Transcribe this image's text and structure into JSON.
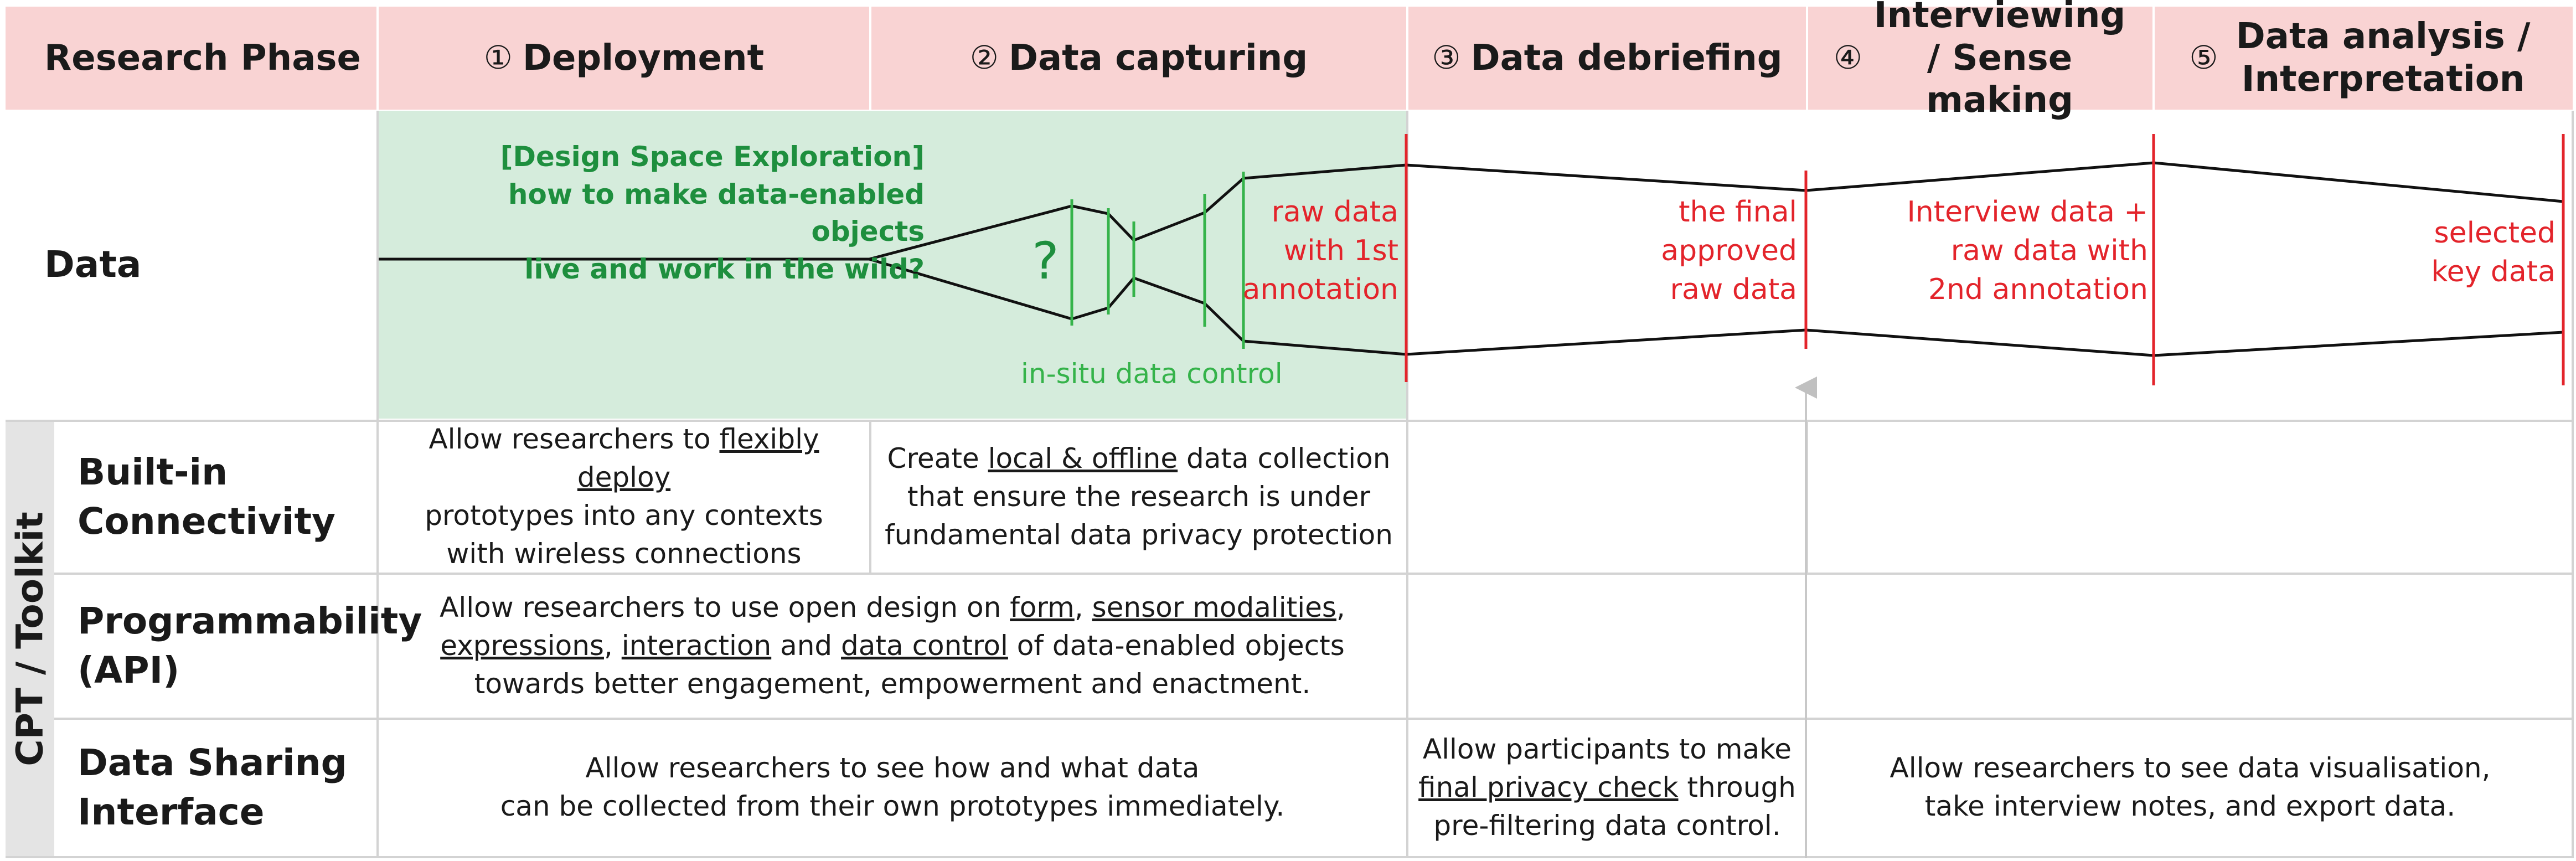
{
  "header": {
    "phase_label": "Research Phase",
    "phases": [
      {
        "num": "①",
        "title": "Deployment"
      },
      {
        "num": "②",
        "title": "Data capturing"
      },
      {
        "num": "③",
        "title": "Data debriefing"
      },
      {
        "num": "④",
        "title": "Interviewing / Sense making"
      },
      {
        "num": "⑤",
        "title": "Data analysis / Interpretation"
      }
    ]
  },
  "data_row": {
    "label": "Data",
    "design_space": "[Design Space Exploration]\nhow to make data-enabled objects\nlive and work in the wild?",
    "question_mark": "?",
    "in_situ": "in-situ data control",
    "annotations": [
      "raw data\nwith 1st\nannotation",
      "the final\napproved\nraw data",
      "Interview data +\nraw data with\n2nd annotation",
      "selected\nkey data"
    ]
  },
  "toolkit": {
    "group_label": "CPT / Toolkit",
    "rows": [
      {
        "label": "Built-in\nConnectivity",
        "cells": {
          "deployment": {
            "pre": "Allow researchers to ",
            "u": "flexibly deploy",
            "post": "\nprototypes into any contexts\nwith wireless connections"
          },
          "capturing": {
            "pre": "Create ",
            "u": "local & offline",
            "post": " data collection\nthat ensure the research is under\nfundamental data privacy protection"
          }
        }
      },
      {
        "label": "Programmability\n(API)",
        "text": {
          "l1a": "Allow researchers to use open design on ",
          "form": "form",
          "l1b": ", ",
          "sensor": "sensor modalities",
          "l1c": ",",
          "expr": "expressions",
          "l2a": ", ",
          "inter": "interaction",
          "l2b": " and ",
          "dctrl": "data control",
          "l2c": " of data-enabled objects",
          "l3": "towards better engagement, empowerment and enactment."
        }
      },
      {
        "label": "Data Sharing\nInterface",
        "cells": {
          "left": "Allow researchers to see how and what data\ncan be collected from their own prototypes immediately.",
          "debrief": {
            "pre": "Allow participants to make\n",
            "u": "final privacy check",
            "post": " through\npre-filtering data control."
          },
          "right": "Allow researchers to see data visualisation,\ntake interview notes, and export data."
        }
      }
    ]
  },
  "colors": {
    "header_bg": "#f9d3d3",
    "green_bg": "#d5ecdc",
    "green_text": "#1e8f3e",
    "green_line": "#35b34a",
    "red": "#e3242b",
    "grid": "#d3d3d3",
    "side_bar": "#e4e4e4"
  }
}
